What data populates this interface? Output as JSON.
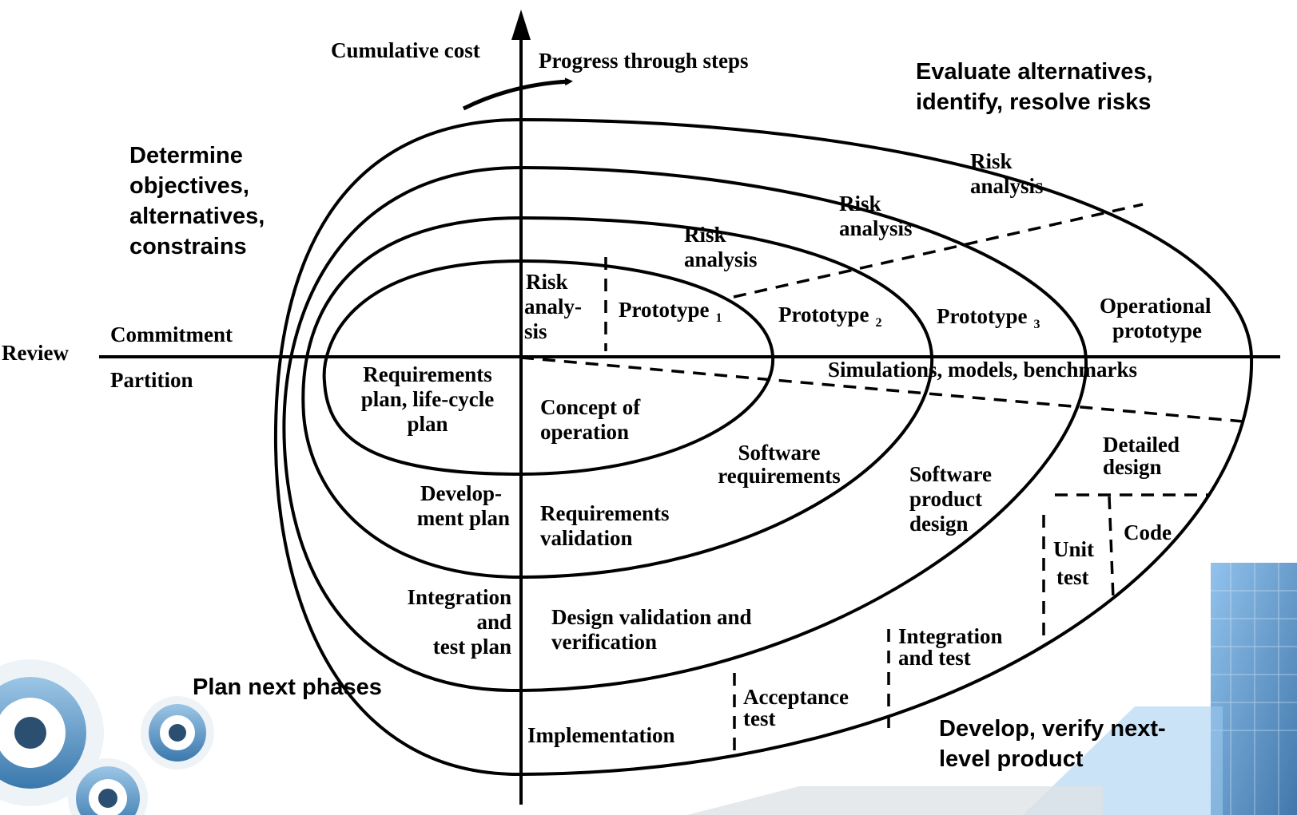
{
  "axes": {
    "vertical": "Cumulative cost",
    "progress": "Progress through steps",
    "left": "Review",
    "commitment": "Commitment",
    "partition": "Partition"
  },
  "quadrants": {
    "top_left": [
      "Determine",
      "objectives,",
      "alternatives,",
      "constrains"
    ],
    "top_right": [
      "Evaluate alternatives,",
      "identify, resolve risks"
    ],
    "bottom_left": "Plan next phases",
    "bottom_right": [
      "Develop, verify next-",
      "level product"
    ]
  },
  "risk": {
    "r1": [
      "Risk",
      "analy-",
      "sis"
    ],
    "r2": [
      "Risk",
      "analysis"
    ],
    "r3": [
      "Risk",
      "analysis"
    ],
    "r4": [
      "Risk",
      "analysis"
    ]
  },
  "prototypes": {
    "p1": "Prototype",
    "p1_sub": "1",
    "p2": "Prototype",
    "p2_sub": "2",
    "p3": "Prototype",
    "p3_sub": "3",
    "operational": [
      "Operational",
      "prototype"
    ]
  },
  "simulations": "Simulations, models, benchmarks",
  "plans": {
    "requirements": [
      "Requirements",
      "plan, life-cycle",
      "plan"
    ],
    "development": [
      "Develop-",
      "ment plan"
    ],
    "integration": [
      "Integration",
      "and",
      "test plan"
    ]
  },
  "development_steps": {
    "concept": [
      "Concept of",
      "operation"
    ],
    "software_requirements": [
      "Software",
      "requirements"
    ],
    "requirements_validation": [
      "Requirements",
      "validation"
    ],
    "product_design": [
      "Software",
      "product",
      "design"
    ],
    "detailed_design": [
      "Detailed",
      "design"
    ],
    "code": "Code",
    "unit_test": [
      "Unit",
      "test"
    ],
    "design_validation": [
      "Design validation and",
      "verification"
    ],
    "integration_test": [
      "Integration",
      "and test"
    ],
    "acceptance": [
      "Acceptance",
      "test"
    ],
    "implementation": "Implementation"
  },
  "colors": {
    "ink": "#000000",
    "background": "#ffffff",
    "gear": "#2a6fa8",
    "building": "#3d8fd6"
  }
}
